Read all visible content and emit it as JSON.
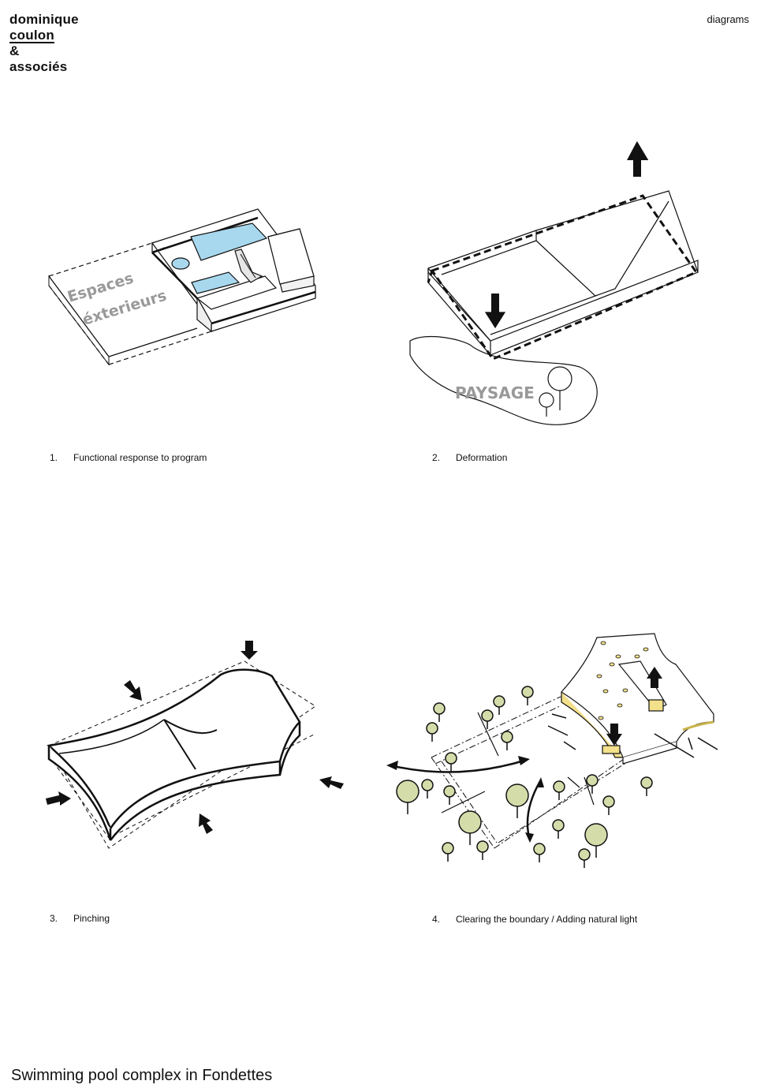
{
  "header": {
    "logo_lines": [
      "dominique",
      "coulon",
      "&",
      "associés"
    ],
    "section": "diagrams"
  },
  "diagrams": [
    {
      "number": "1.",
      "caption": "Functional response to program",
      "labels": [
        "Espaces",
        "éxterieurs"
      ]
    },
    {
      "number": "2.",
      "caption": "Deformation",
      "labels": [
        "PAYSAGE"
      ]
    },
    {
      "number": "3.",
      "caption": "Pinching",
      "labels": []
    },
    {
      "number": "4.",
      "caption": "Clearing the boundary / Adding natural light",
      "labels": []
    }
  ],
  "colors": {
    "water": "#a8d8ee",
    "tree": "#d4dcaa",
    "light": "#f3e08a",
    "label": "#999999"
  },
  "footer": {
    "title": "Swimming pool complex in Fondettes"
  }
}
